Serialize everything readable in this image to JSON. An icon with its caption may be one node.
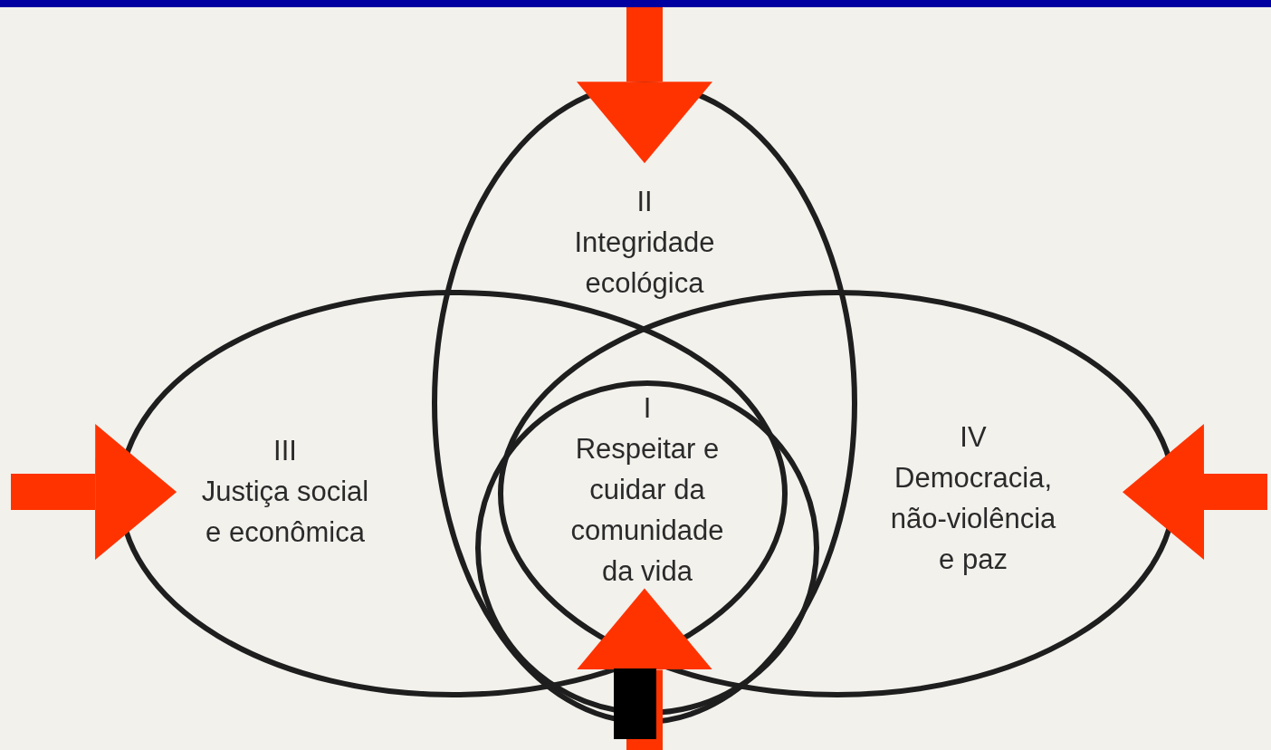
{
  "diagram": {
    "nodes": [
      {
        "text": [
          "II",
          "Integridade ecológica"
        ]
      },
      {
        "text": [
          "III",
          "Justiça social e econômica"
        ]
      },
      {
        "text": [
          "I",
          "Respeitar e cuidar da comunidade da vida"
        ],
        "in": 0
      },
      {
        "text": [
          "IV",
          "Democracia, não-violência e paz"
        ]
      }
    ],
    "edges": [
      {
        "from": null,
        "to": 0,
        "arrow": "to",
        "color": "#ff3300"
      },
      {
        "from": null,
        "to": 1,
        "arrow": "to",
        "color": "#ff3300"
      },
      {
        "from": null,
        "to": 3,
        "arrow": "to",
        "color": "#ff3300"
      },
      {
        "from": null,
        "to": 2,
        "arrow": "to",
        "color": "#ff3300"
      }
    ]
  }
}
